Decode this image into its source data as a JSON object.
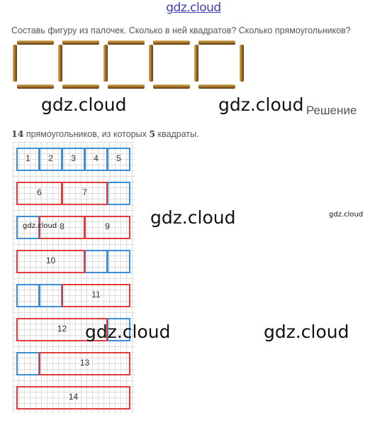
{
  "watermark": "gdz.cloud",
  "question": "Составь фигуру из палочек. Сколько в ней квадратов? Сколько прямоугольников?",
  "solution_heading": "Решение",
  "answer": {
    "count_rect": "14",
    "text_mid": " прямоугольников, из которых ",
    "count_sq": "5",
    "text_end": " квадраты."
  },
  "figure_labels": [
    "1",
    "2",
    "3",
    "4",
    "5",
    "6",
    "7",
    "8",
    "9",
    "10",
    "11",
    "12",
    "13",
    "14"
  ],
  "colors": {
    "square": "#3a8fd6",
    "rectangle": "#e23b3b",
    "match": "#9a6d25"
  }
}
